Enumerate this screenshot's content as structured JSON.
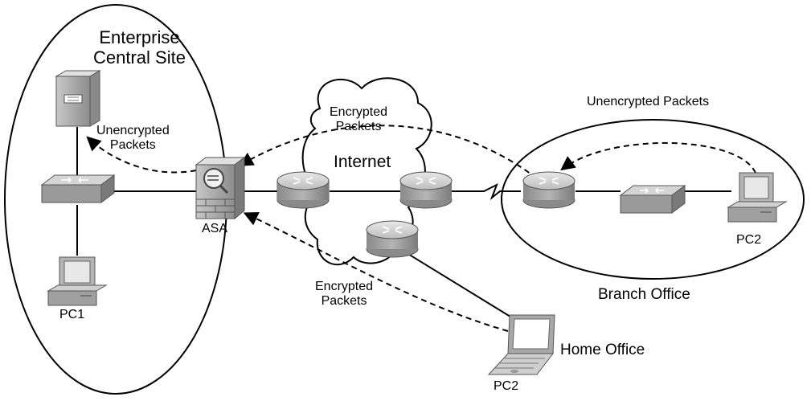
{
  "labels": {
    "enterprise_line1": "Enterprise",
    "enterprise_line2": "Central Site",
    "unenc_left_line1": "Unencrypted",
    "unenc_left_line2": "Packets",
    "asa": "ASA",
    "pc1": "PC1",
    "enc_top_line1": "Encrypted",
    "enc_top_line2": "Packets",
    "internet": "Internet",
    "enc_bottom_line1": "Encrypted",
    "enc_bottom_line2": "Packets",
    "unenc_branch": "Unencrypted Packets",
    "branch_office": "Branch Office",
    "pc2_branch": "PC2",
    "home_office": "Home Office",
    "pc2_home": "PC2"
  },
  "colors": {
    "line": "#000000",
    "device_light": "#d9d9d9",
    "device_mid": "#a6a6a6",
    "device_dark": "#6b6b6b",
    "screen": "#e6e6e6"
  },
  "icons": [
    "server-icon",
    "switch-icon",
    "firewall-icon",
    "router-icon",
    "pc-icon",
    "laptop-icon",
    "cloud-icon"
  ]
}
